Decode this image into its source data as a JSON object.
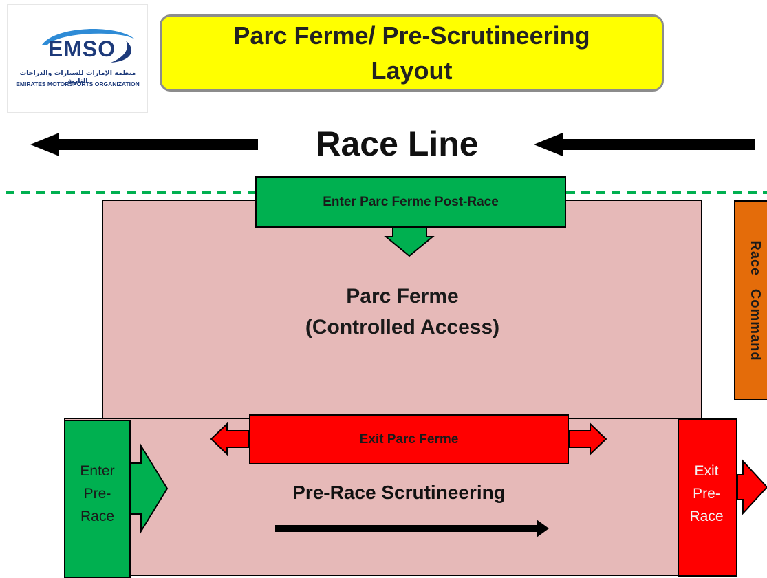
{
  "logo": {
    "wordmark": "EMSO",
    "arabic_name": "منظمة الإمارات للسيارات والدراجات النارية",
    "english_name": "EMIRATES MOTORSPORTS ORGANIZATION",
    "colors": {
      "navy": "#1d3a7a",
      "blue": "#2e8bd6"
    }
  },
  "title": {
    "text": "Parc Ferme/ Pre-Scrutineering\nLayout",
    "background": "#ffff00"
  },
  "race_line": {
    "label": "Race Line",
    "arrow_direction": "left"
  },
  "zones": {
    "parc_ferme": {
      "label": "Parc Ferme\n(Controlled Access)",
      "fill": "#e6b9b8"
    },
    "enter_post_race": {
      "label": "Enter Parc Ferme Post-Race",
      "fill": "#00b050",
      "arrow_direction": "down"
    },
    "race_command": {
      "label": "Race Command",
      "fill": "#e46c0a"
    },
    "pre_race_scrutineering": {
      "label": "Pre-Race Scrutineering",
      "fill": "#e6b9b8",
      "flow_direction": "right"
    },
    "enter_pre_race": {
      "label": "Enter\nPre-\nRace",
      "fill": "#00b050",
      "arrow_direction": "right"
    },
    "exit_parc_ferme": {
      "label": "Exit Parc Ferme",
      "fill": "#ff0000",
      "arrow_direction": "left-right"
    },
    "exit_pre_race": {
      "label": "Exit\nPre-\nRace",
      "fill": "#ff0000",
      "arrow_direction": "right"
    }
  },
  "colors": {
    "dashed_boundary": "#00b050",
    "arrow_black": "#000000"
  }
}
